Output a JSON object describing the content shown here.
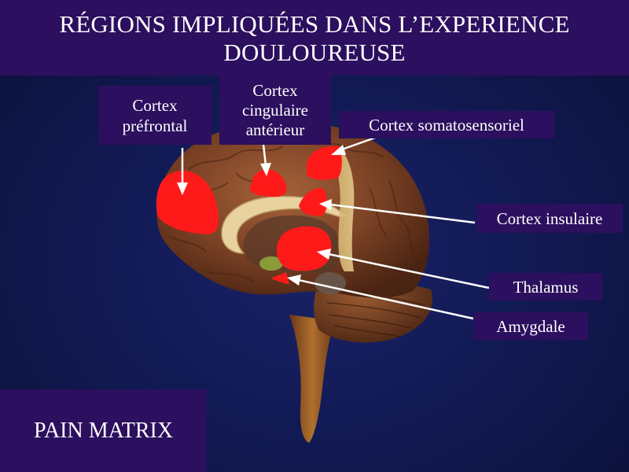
{
  "title": {
    "line1": "RÉGIONS IMPLIQUÉES DANS L’EXPERIENCE",
    "line2": "DOULOUREUSE"
  },
  "labels": {
    "prefrontal": [
      "Cortex",
      "préfrontal"
    ],
    "cingulate": [
      "Cortex",
      "cingulaire",
      "antérieur"
    ],
    "somatosensory": "Cortex somatosensoriel",
    "insular": "Cortex insulaire",
    "thalamus": "Thalamus",
    "amygdala": "Amygdale"
  },
  "footer": {
    "label": "PAIN MATRIX"
  },
  "colors": {
    "background": "#121a55",
    "label_box": "#2c0f5e",
    "highlight": "#ff1a1a",
    "arrow": "#ffffff"
  }
}
